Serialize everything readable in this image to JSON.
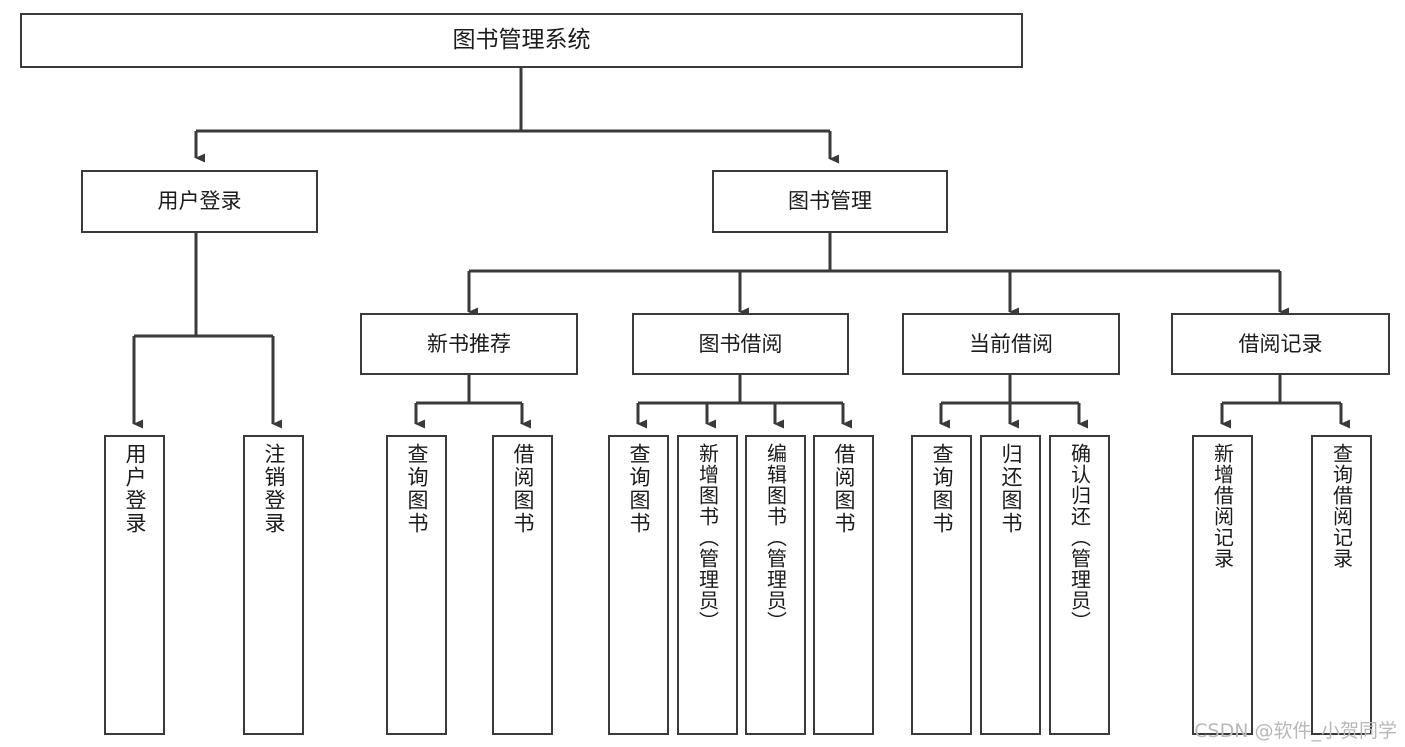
{
  "diagram": {
    "title": "图书管理系统",
    "type": "功能结构图",
    "watermark": "CSDN @软件_小贺同学",
    "colors": {
      "box_border": "#3a3a3a",
      "box_fill": "#ffffff",
      "connector": "#3a3a3a",
      "text": "#1b1b1b",
      "watermark": "#b9b9b9",
      "background": "#ffffff"
    },
    "root": {
      "id": "root",
      "label": "图书管理系统"
    },
    "level1": [
      {
        "id": "user-login",
        "label": "用户登录"
      },
      {
        "id": "book-manage",
        "label": "图书管理"
      }
    ],
    "level2": [
      {
        "id": "new-book-recommend",
        "label": "新书推荐",
        "parent": "book-manage"
      },
      {
        "id": "book-borrow",
        "label": "图书借阅",
        "parent": "book-manage"
      },
      {
        "id": "current-borrow",
        "label": "当前借阅",
        "parent": "book-manage"
      },
      {
        "id": "borrow-record",
        "label": "借阅记录",
        "parent": "book-manage"
      }
    ],
    "leaves": {
      "user-login": [
        {
          "id": "leaf-user-login",
          "label": "用户登录"
        },
        {
          "id": "leaf-logout",
          "label": "注销登录"
        }
      ],
      "new-book-recommend": [
        {
          "id": "leaf-query-book-1",
          "label": "查询图书"
        },
        {
          "id": "leaf-borrow-book-1",
          "label": "借阅图书"
        }
      ],
      "book-borrow": [
        {
          "id": "leaf-query-book-2",
          "label": "查询图书"
        },
        {
          "id": "leaf-add-book",
          "label": "新增图书（管理员）"
        },
        {
          "id": "leaf-edit-book",
          "label": "编辑图书（管理员）"
        },
        {
          "id": "leaf-borrow-book-2",
          "label": "借阅图书"
        }
      ],
      "current-borrow": [
        {
          "id": "leaf-query-book-3",
          "label": "查询图书"
        },
        {
          "id": "leaf-return-book",
          "label": "归还图书"
        },
        {
          "id": "leaf-confirm-return",
          "label": "确认归还（管理员）"
        }
      ],
      "borrow-record": [
        {
          "id": "leaf-add-record",
          "label": "新增借阅记录"
        },
        {
          "id": "leaf-query-record",
          "label": "查询借阅记录"
        }
      ]
    }
  }
}
